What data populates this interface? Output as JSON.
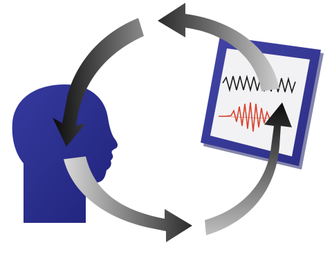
{
  "diagram": {
    "cycle_arrows": [
      {
        "id": "arrow-top",
        "direction": "counterclockwise"
      },
      {
        "id": "arrow-left",
        "direction": "down"
      },
      {
        "id": "arrow-bottom",
        "direction": "right"
      },
      {
        "id": "arrow-right",
        "direction": "up"
      }
    ],
    "nodes": [
      {
        "id": "head",
        "icon": "human-head-icon"
      },
      {
        "id": "monitor",
        "icon": "signal-monitor-icon"
      }
    ],
    "signals": [
      {
        "name": "stimulus-wave",
        "color": "#1a1a1a"
      },
      {
        "name": "response-wave",
        "color": "#d8402a"
      }
    ]
  },
  "colors": {
    "head": "#2b2e8c",
    "monitor_frame": "#3a3c9a",
    "monitor_screen": "#f4f4f6",
    "arrow_dark": "#111111",
    "arrow_light": "#c9c9c9"
  }
}
